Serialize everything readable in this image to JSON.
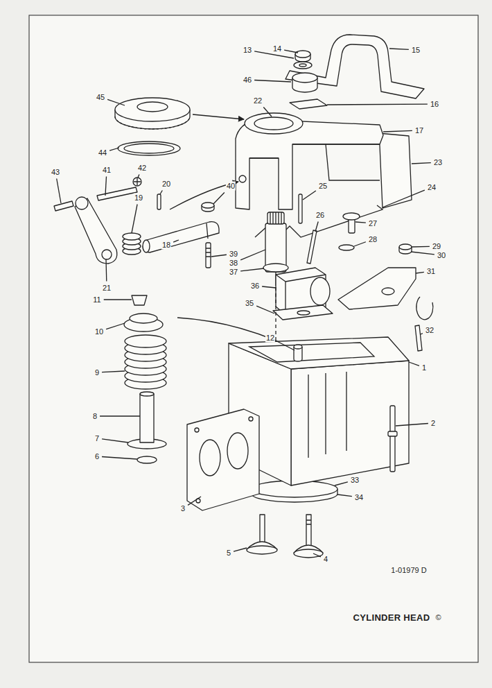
{
  "diagram": {
    "title": "CYLINDER HEAD",
    "labels": [
      "13",
      "14",
      "15",
      "46",
      "45",
      "22",
      "16",
      "17",
      "44",
      "23",
      "43",
      "41",
      "42",
      "20",
      "40",
      "25",
      "24",
      "19",
      "26",
      "27",
      "18",
      "28",
      "39",
      "29",
      "30",
      "38",
      "37",
      "31",
      "21",
      "36",
      "11",
      "35",
      "32",
      "10",
      "12",
      "1",
      "9",
      "2",
      "8",
      "7",
      "6",
      "33",
      "3",
      "34",
      "5",
      "4",
      "1-01979 D",
      "©"
    ]
  }
}
